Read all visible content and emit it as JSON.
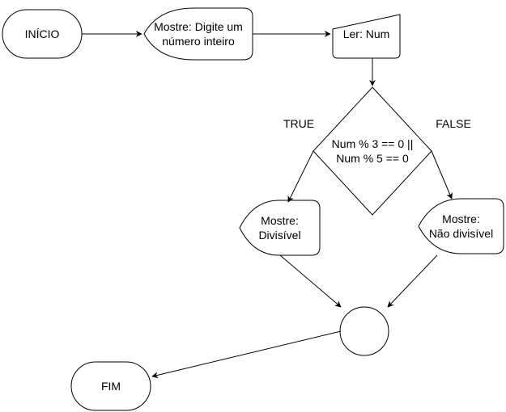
{
  "diagram": {
    "type": "flowchart",
    "nodes": {
      "start": "INÍCIO",
      "prompt": {
        "line1": "Mostre: Digite um",
        "line2": "número inteiro"
      },
      "read": "Ler: Num",
      "decision": {
        "line1": "Num % 3 == 0 ||",
        "line2": "Num % 5 == 0"
      },
      "show_true": {
        "line1": "Mostre:",
        "line2": "Divisível"
      },
      "show_false": {
        "line1": "Mostre:",
        "line2": "Não divisível"
      },
      "end": "FIM"
    },
    "branches": {
      "true": "TRUE",
      "false": "FALSE"
    },
    "colors": {
      "stroke": "#000000",
      "fill": "#ffffff",
      "text": "#000000"
    }
  }
}
